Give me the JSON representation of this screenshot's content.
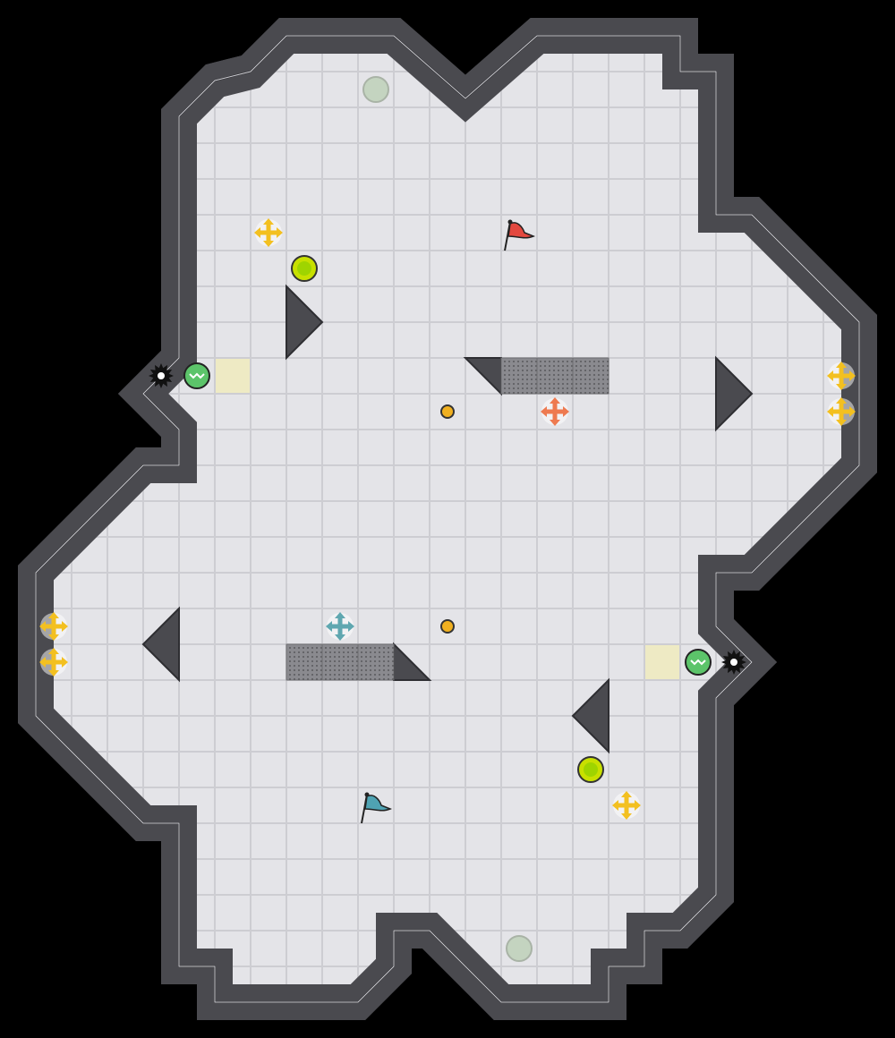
{
  "game": {
    "title": "",
    "colors": {
      "background": "#000000",
      "floor": "#e4e4e8",
      "floor_edge": "#f4f4f6",
      "floor_shadow": "#cdcdd2",
      "wall": "#4a4a4f",
      "wall_edge": "#2e2e32",
      "red_team": "#e3483f",
      "blue_team": "#4fa3b3",
      "neutral_boost": "#f3c020",
      "bomb": "#111111",
      "gate": "#8a8a8f",
      "powerup": "#c8e000",
      "portal": "#c4d4c0"
    },
    "flags": [
      {
        "team": "red",
        "icon": "flag-icon"
      },
      {
        "team": "blue",
        "icon": "flag-icon"
      }
    ],
    "boosts": [
      {
        "type": "neutral",
        "icon": "boost-arrows-icon"
      },
      {
        "type": "red",
        "icon": "boost-arrows-icon"
      },
      {
        "type": "blue",
        "icon": "boost-arrows-icon"
      }
    ],
    "bombs": {
      "icon": "spiked-bomb-icon"
    },
    "powerups": {
      "icon": "powerup-orb-icon"
    },
    "spikes": {
      "icon": "spike-icon"
    },
    "gates": {
      "icon": "gate-icon"
    },
    "buttons": {
      "icon": "button-dot-icon"
    },
    "portals": {
      "icon": "portal-icon"
    }
  }
}
